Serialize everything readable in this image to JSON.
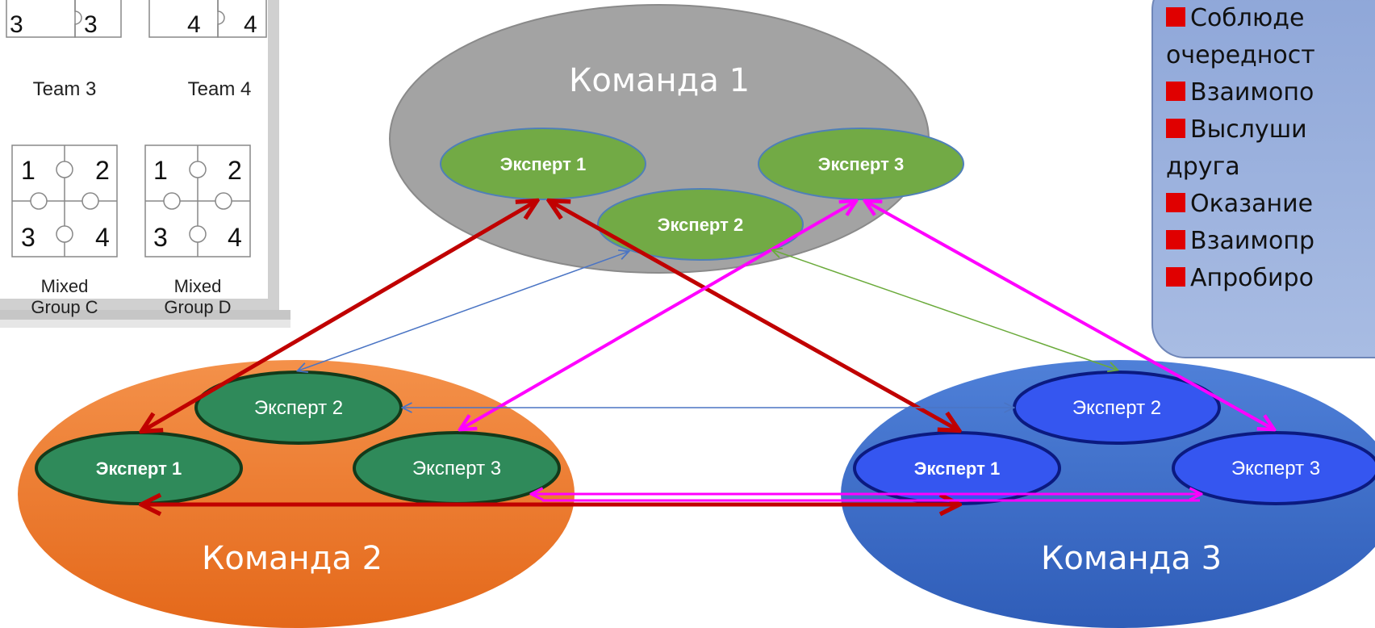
{
  "puzzle_inset": {
    "team_labels": [
      "Team 3",
      "Team 4"
    ],
    "top_digits": [
      "3",
      "3",
      "4",
      "4"
    ],
    "mixed_groups": [
      {
        "line1": "Mixed",
        "line2": "Group C",
        "digits": [
          "1",
          "2",
          "3",
          "4"
        ]
      },
      {
        "line1": "Mixed",
        "line2": "Group D",
        "digits": [
          "1",
          "2",
          "3",
          "4"
        ]
      }
    ]
  },
  "teams": [
    {
      "title": "Команда 1",
      "color": "#a3a3a3",
      "experts": [
        "Эксперт 1",
        "Эксперт 2",
        "Эксперт 3"
      ]
    },
    {
      "title": "Команда 2",
      "color": "#ee7a2a",
      "experts": [
        "Эксперт 1",
        "Эксперт 2",
        "Эксперт 3"
      ]
    },
    {
      "title": "Команда 3",
      "color": "#3f6fcf",
      "experts": [
        "Эксперт 1",
        "Эксперт 2",
        "Эксперт 3"
      ]
    }
  ],
  "rules_panel": {
    "lines": [
      {
        "bullet": true,
        "text": "Соблюде"
      },
      {
        "bullet": false,
        "text": "очередност"
      },
      {
        "bullet": true,
        "text": "Взаимопо"
      },
      {
        "bullet": true,
        "text": "Выслуши"
      },
      {
        "bullet": false,
        "text": "друга"
      },
      {
        "bullet": true,
        "text": "Оказание"
      },
      {
        "bullet": true,
        "text": "Взаимопр"
      },
      {
        "bullet": true,
        "text": "Апробиро"
      }
    ]
  },
  "colors": {
    "expert_1_link": "#c00000",
    "expert_3_link": "#ff00ff",
    "expert_2_link_team2": "#4a74c4",
    "expert_2_link_team3": "#6aaa3a"
  }
}
